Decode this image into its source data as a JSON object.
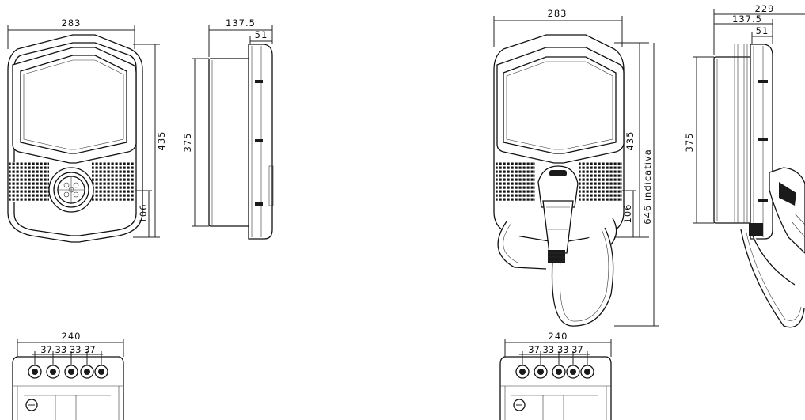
{
  "dims": {
    "left_front_width": "283",
    "left_front_height": "435",
    "left_front_lower": "106",
    "left_side_depth": "137.5",
    "left_side_depth2": "51",
    "left_side_height": "375",
    "left_bottom_width": "240",
    "left_bottom_spacing": "37 33 33 37",
    "right_front_width": "283",
    "right_front_height": "435",
    "right_front_lower": "106",
    "right_front_cable": "646 indicativa",
    "right_side_depth_total": "229",
    "right_side_depth": "137.5",
    "right_side_depth2": "51",
    "right_side_height": "375",
    "right_bottom_width": "240",
    "right_bottom_spacing": "37 33 33 37"
  },
  "colors": {
    "line": "#111111",
    "background": "#ffffff"
  }
}
